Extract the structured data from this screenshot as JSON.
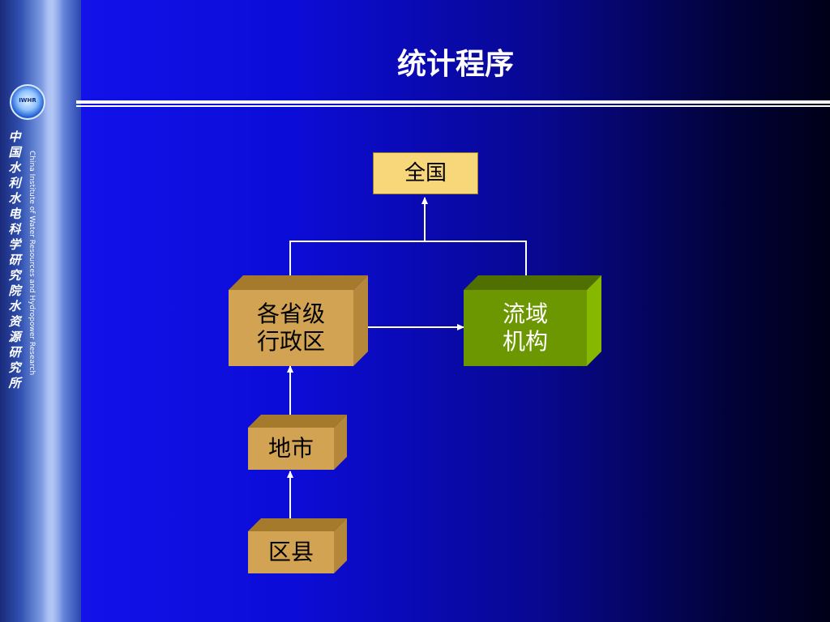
{
  "slide": {
    "title": "统计程序"
  },
  "sidebar": {
    "logo_text": "IWHR",
    "org_name_cn": "中国水利水电科学研究院水资源研究所",
    "org_name_en": "China Institute of Water Resources and Hydropower Research"
  },
  "diagram": {
    "nodes": {
      "national": "全国",
      "province_line1": "各省级",
      "province_line2": "行政区",
      "basin_line1": "流域",
      "basin_line2": "机构",
      "city": "地市",
      "county": "区县"
    },
    "edges": [
      {
        "from": "county",
        "to": "city"
      },
      {
        "from": "city",
        "to": "province"
      },
      {
        "from": "province",
        "to": "basin"
      },
      {
        "from": "province",
        "to": "national"
      },
      {
        "from": "basin",
        "to": "national"
      }
    ]
  },
  "colors": {
    "background_left": "#1414f0",
    "background_right": "#000018",
    "national_box": "#f7d77a",
    "gold_box": "#d2a352",
    "green_box": "#6d9700",
    "connector": "#ffffff"
  }
}
